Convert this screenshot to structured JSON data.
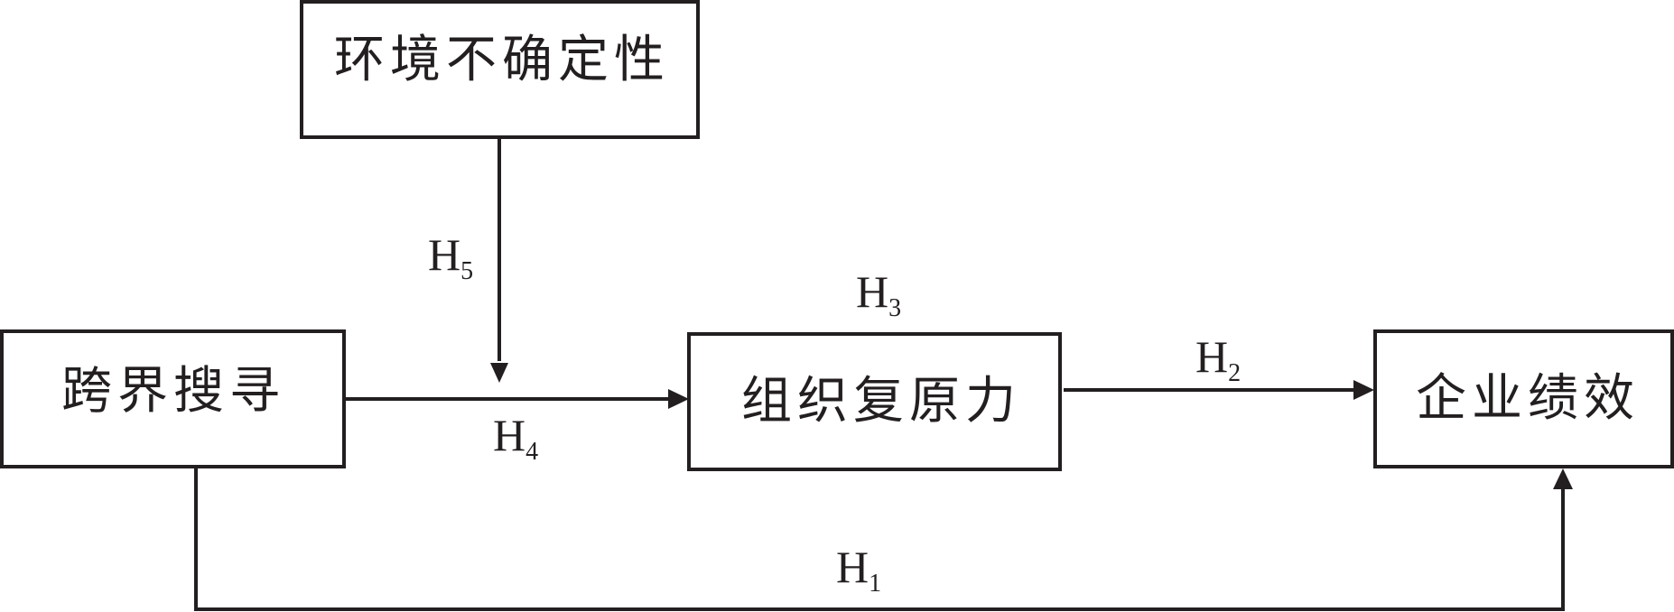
{
  "nodes": {
    "environment": {
      "label": "环境不确定性"
    },
    "boundary_search": {
      "label": "跨界搜寻"
    },
    "resilience": {
      "label": "组织复原力"
    },
    "performance": {
      "label": "企业绩效"
    }
  },
  "hypotheses": {
    "h1": {
      "letter": "H",
      "num": "1"
    },
    "h2": {
      "letter": "H",
      "num": "2"
    },
    "h3": {
      "letter": "H",
      "num": "3"
    },
    "h4": {
      "letter": "H",
      "num": "4"
    },
    "h5": {
      "letter": "H",
      "num": "5"
    }
  },
  "colors": {
    "line": "#231f20",
    "background": "#ffffff"
  }
}
